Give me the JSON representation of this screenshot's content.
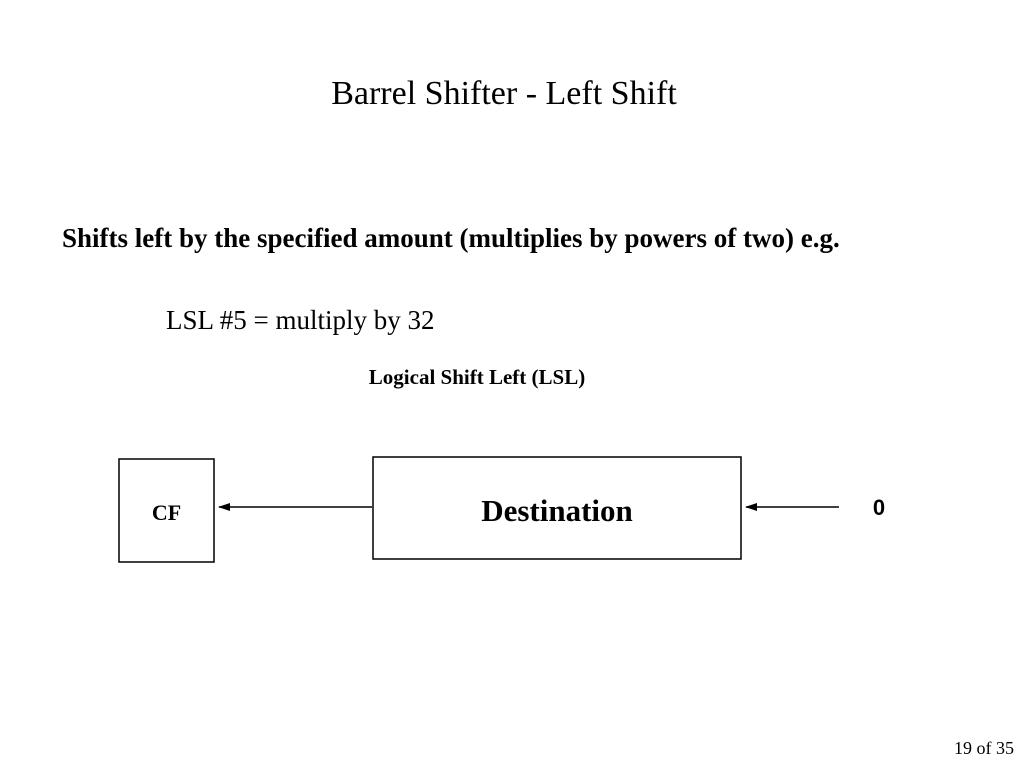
{
  "slide": {
    "title": "Barrel Shifter - Left Shift",
    "bullet": "Shifts left by the specified amount (multiplies by powers of two) e.g.",
    "example": "LSL #5 = multiply by 32",
    "page_number": "19 of 35"
  },
  "diagram": {
    "caption": "Logical Shift Left (LSL)",
    "carry_flag_label": "CF",
    "destination_label": "Destination",
    "input_label": "0"
  }
}
